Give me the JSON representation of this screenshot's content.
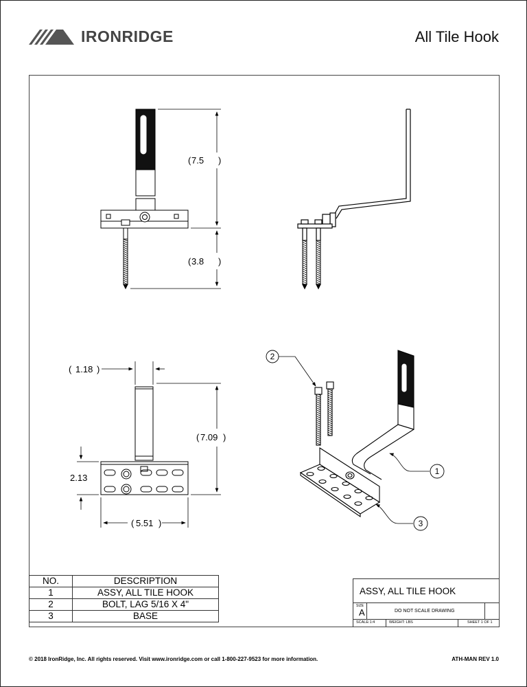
{
  "header": {
    "brand": "IRONRIDGE",
    "title": "All Tile Hook"
  },
  "dimensions": {
    "height_upper": "7.5",
    "height_lag": "3.8",
    "width_arm": "1.18",
    "height_arm": "7.09",
    "height_base": "2.13",
    "width_base": "5.51"
  },
  "balloons": [
    "1",
    "2",
    "3"
  ],
  "bom": {
    "header": {
      "no": "NO.",
      "description": "DESCRIPTION"
    },
    "rows": [
      {
        "no": "1",
        "description": "ASSY, ALL TILE HOOK"
      },
      {
        "no": "2",
        "description": "BOLT, LAG 5/16 X 4\""
      },
      {
        "no": "3",
        "description": "BASE"
      }
    ]
  },
  "title_block": {
    "name": "ASSY, ALL TILE HOOK",
    "size_label": "SIZE",
    "size": "A",
    "note": "DO NOT SCALE DRAWING",
    "scale": "SCALE:1:4",
    "weight": "WEIGHT: LBS",
    "sheet": "SHEET 1 OF 1"
  },
  "footer": {
    "copyright": "© 2018 IronRidge, Inc. All rights reserved. Visit www.ironridge.com or call 1-800-227-9523 for more information.",
    "revision": "ATH-MAN REV 1.0"
  },
  "colors": {
    "ink": "#000000",
    "brand_gray": "#444444"
  }
}
